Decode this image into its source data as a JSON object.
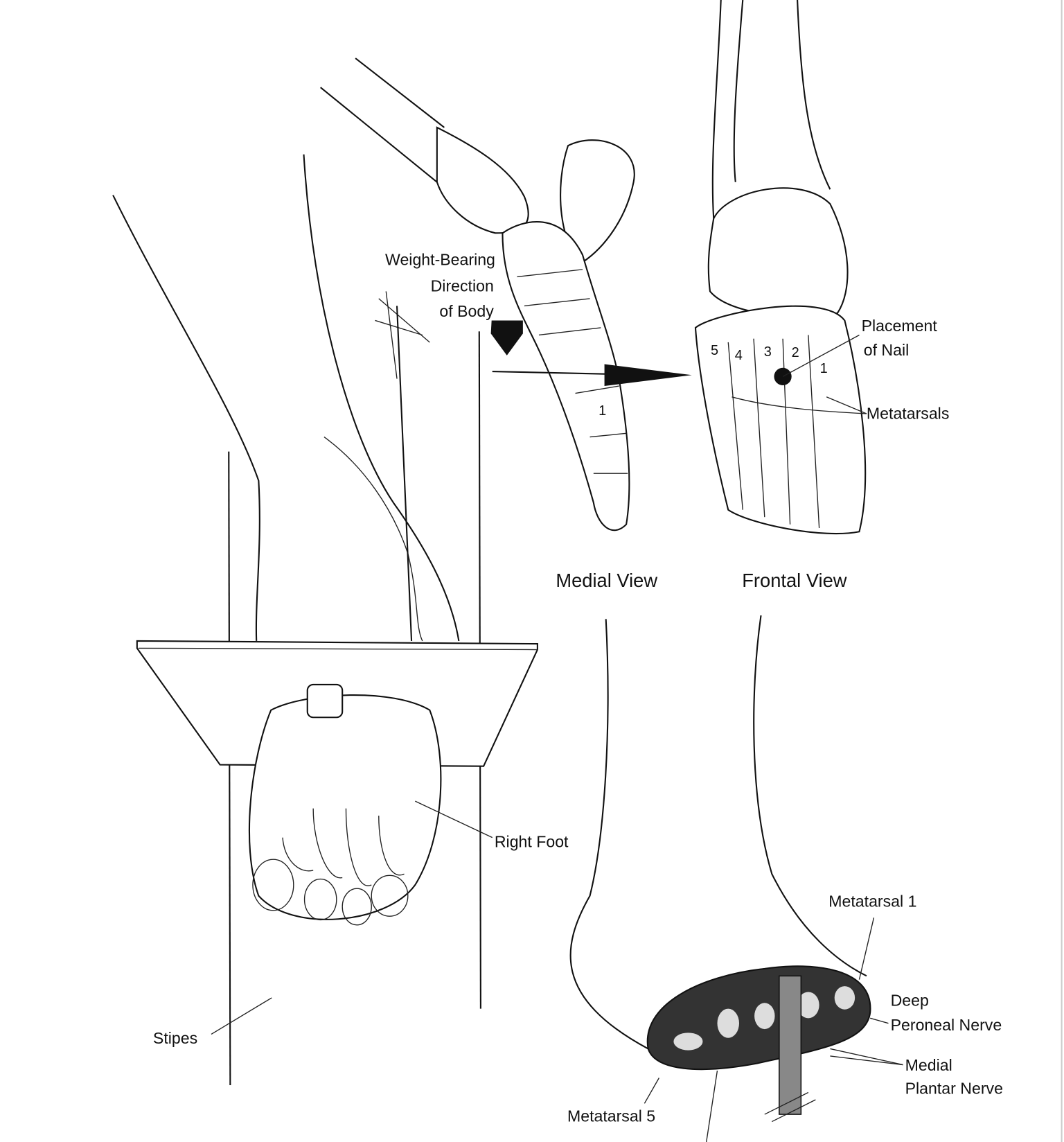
{
  "labels": {
    "weight_line1": "Weight-Bearing",
    "weight_line2": "Direction",
    "weight_line3": "of Body",
    "placement_line1": "Placement",
    "placement_line2": "of Nail",
    "metatarsals": "Metatarsals",
    "medial_view": "Medial View",
    "frontal_view": "Frontal View",
    "right_foot": "Right Foot",
    "stipes": "Stipes",
    "metatarsal_1": "Metatarsal 1",
    "deep_peroneal_line1": "Deep",
    "deep_peroneal_line2": "Peroneal Nerve",
    "medial_plantar_line1": "Medial",
    "medial_plantar_line2": "Plantar Nerve",
    "metatarsal_5": "Metatarsal 5"
  },
  "metatarsal_numbers": [
    "5",
    "4",
    "3",
    "2",
    "1"
  ],
  "medial_number": "1"
}
